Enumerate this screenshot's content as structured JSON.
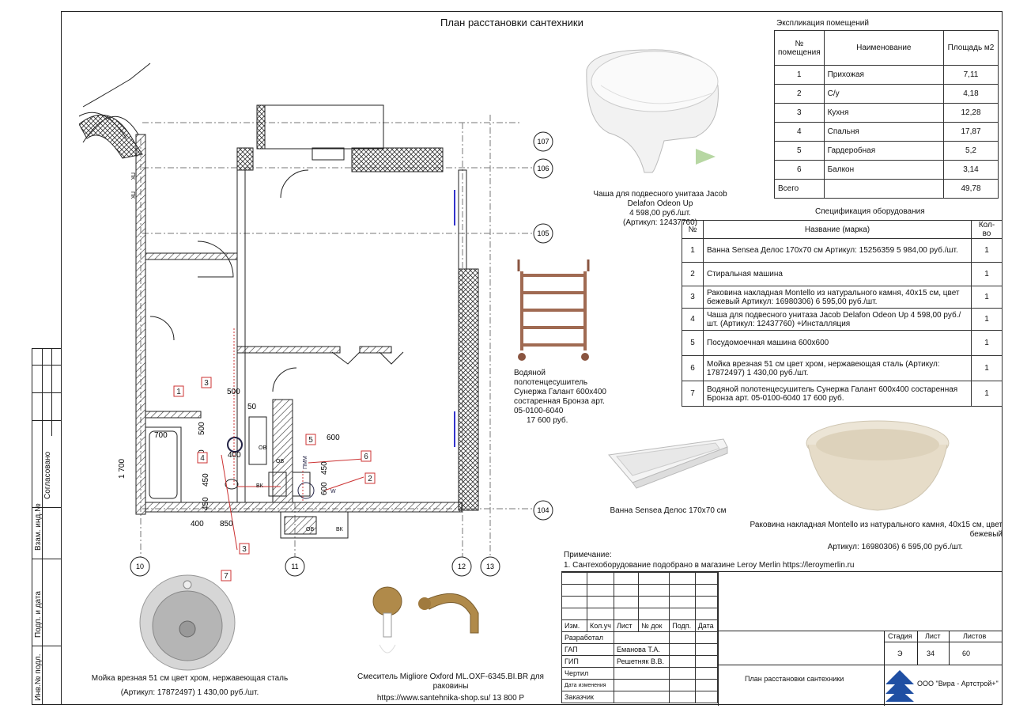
{
  "title": "План расстановки сантехники",
  "side": {
    "soglasovano": "Согласовано",
    "vzam": "Взам. инд.№",
    "podp": "Подп. и дата",
    "inv": "Инв.№ подл."
  },
  "explication": {
    "title": "Экспликация  помещений",
    "headers": [
      "№ помещения",
      "Наименование",
      "Площадь м2"
    ],
    "rows": [
      {
        "n": "1",
        "name": "Прихожая",
        "area": "7,11"
      },
      {
        "n": "2",
        "name": "С/у",
        "area": "4,18"
      },
      {
        "n": "3",
        "name": "Кухня",
        "area": "12,28"
      },
      {
        "n": "4",
        "name": "Спальня",
        "area": "17,87"
      },
      {
        "n": "5",
        "name": "Гардеробная",
        "area": "5,2"
      },
      {
        "n": "6",
        "name": "Балкон",
        "area": "3,14"
      }
    ],
    "total_label": "Всего",
    "total": "49,78"
  },
  "spec": {
    "title": "Спецификация оборудования",
    "headers": [
      "№",
      "Название (марка)",
      "Кол-во"
    ],
    "rows": [
      {
        "n": "1",
        "name": "Ванна Sensea Делос 170х70 см       Артикул: 15256359              5 984,00 руб./шт.",
        "q": "1"
      },
      {
        "n": "2",
        "name": "Стиральная машина",
        "q": "1"
      },
      {
        "n": "3",
        "name": "Раковина накладная Montello из натурального камня, 40х15 см, цвет бежевый Артикул: 16980306) 6 595,00 руб./шт.",
        "q": "1"
      },
      {
        "n": "4",
        "name": "Чаша для подвесного унитаза Jacob Delafon Odeon Up  4 598,00 руб./шт.   (Артикул: 12437760)     +Инсталляция",
        "q": "1"
      },
      {
        "n": "5",
        "name": "Посудомоечная машина 600х600",
        "q": "1"
      },
      {
        "n": "6",
        "name": "Мойка врезная 51 см цвет хром, нержавеющая сталь  (Артикул: 17872497) 1 430,00 руб./шт.",
        "q": "1"
      },
      {
        "n": "7",
        "name": "Водяной полотенцесушитель Сунержа Галант 600х400 состаренная Бронза арт. 05-0100-6040   17 600 руб.",
        "q": "1"
      }
    ]
  },
  "captions": {
    "toilet": "Чаша для подвесного унитаза Jacob Delafon Odeon Up",
    "toilet_price": "4 598,00 руб./шт.",
    "toilet_art": "(Артикул: 12437760)",
    "rail": "Водяной полотенцесушитель Сунержа Галант 600х400 состаренная Бронза арт. 05-0100-6040",
    "rail_price": "17 600 руб.",
    "bath": "Ванна Sensea Делос 170х70 см",
    "basin": "Раковина накладная Montello из натурального камня, 40х15 см, цвет бежевый",
    "basin_art": "Артикул: 16980306) 6 595,00 руб./шт.",
    "sink": "Мойка врезная 51 см цвет хром, нержавеющая сталь",
    "sink_art": "(Артикул: 17872497) 1 430,00 руб./шт.",
    "mixer": "Смеситель Migliore Oxford ML.OXF-6345.BI.BR для раковины",
    "mixer_url": "https://www.santehnika-shop.su/    13 800 Р"
  },
  "note": {
    "title": "Примечание:",
    "text": "1. Сантехоборудование подобрано в магазине  Leroy Merlin https://leroymerlin.ru"
  },
  "titleblock": {
    "headers": [
      "Изм.",
      "Кол.уч",
      "Лист",
      "№ док",
      "Подп.",
      "Дата"
    ],
    "razrabotal": "Разработал",
    "gap": "ГАП",
    "gap_name": "Еманова Т.А.",
    "gip": "ГИП",
    "gip_name": "Решетняк В.В.",
    "chertil": "Чертил",
    "date_change": "Дата изменения",
    "zakazchik": "Заказчик",
    "stage_label": "Стадия",
    "sheet_label": "Лист",
    "sheets_label": "Листов",
    "stage": "Э",
    "sheet": "34",
    "sheets": "60",
    "doc_title": "План расстановки сантехники",
    "company": "ООО \"Вира - Артстрой+\""
  },
  "plan": {
    "axes": [
      "107",
      "106",
      "105",
      "104",
      "10",
      "11",
      "12",
      "13"
    ],
    "dims": [
      "500",
      "50",
      "700",
      "500",
      "500",
      "400",
      "450",
      "450",
      "1 700",
      "400",
      "850",
      "600",
      "450",
      "600"
    ],
    "labels": [
      "ОВ",
      "ОВ",
      "ВК",
      "ОВ",
      "ВК",
      "ПММ",
      "W",
      "ПК",
      "ПК"
    ],
    "markers": [
      "1",
      "2",
      "3",
      "3",
      "4",
      "5",
      "6",
      "7"
    ]
  }
}
